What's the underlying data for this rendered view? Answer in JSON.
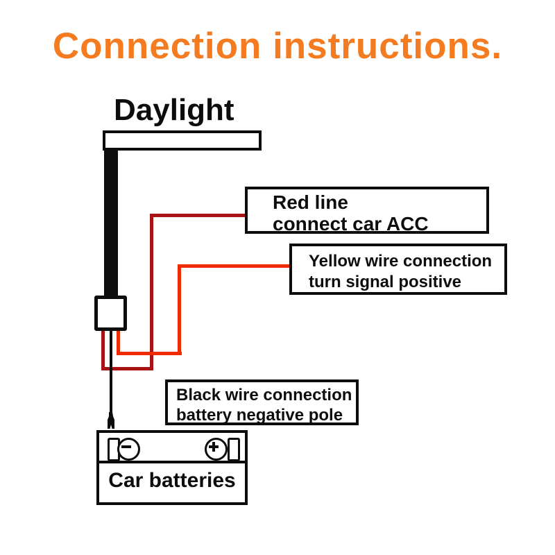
{
  "title": "Connection instructions.",
  "colors": {
    "title_orange": "#f47b20",
    "wire_red_dark": "#a81212",
    "wire_orange": "#f02b00",
    "wire_black": "#0d0d0d"
  },
  "diagram": {
    "daylight": {
      "label": "Daylight"
    },
    "red_acc_label": {
      "line1": "Red line",
      "line2": "connect car ACC"
    },
    "yellow_signal_label": {
      "line1": "Yellow wire connection",
      "line2": "turn signal positive"
    },
    "black_negative_label": {
      "line1": "Black wire connection",
      "line2": "battery negative pole"
    },
    "battery": {
      "label": "Car batteries",
      "negative_terminal_icon": "minus-circle",
      "positive_terminal_icon": "plus-circle"
    }
  }
}
